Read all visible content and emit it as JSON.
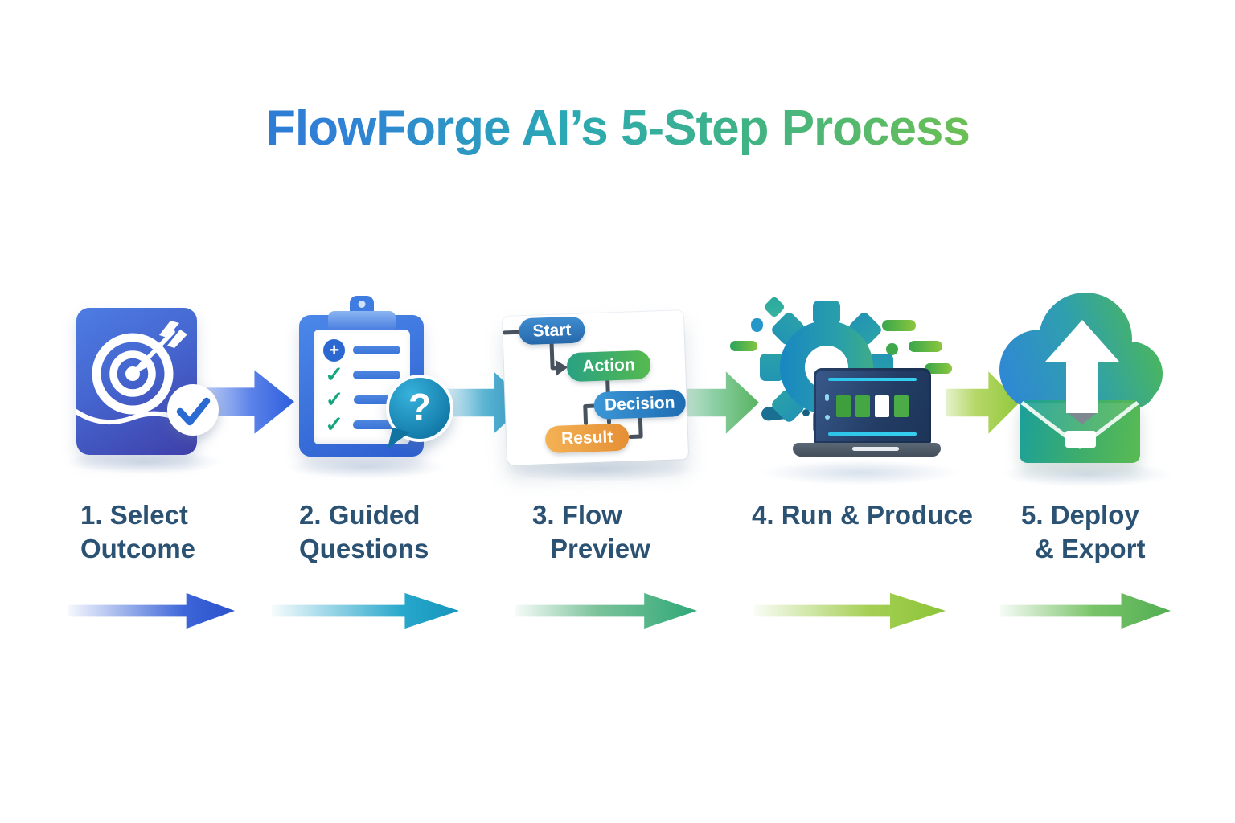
{
  "title": "FlowForge AI’s 5-Step Process",
  "steps": [
    {
      "line1": "1. Select",
      "line2": "Outcome",
      "icon": "target-check-card-icon"
    },
    {
      "line1": "2. Guided",
      "line2": "Questions",
      "icon": "checklist-question-icon"
    },
    {
      "line1": "3. Flow",
      "line2": "Preview",
      "icon": "flowchart-preview-icon"
    },
    {
      "line1": "4. Run & Produce",
      "line2": "",
      "icon": "gear-laptop-icon"
    },
    {
      "line1": "5. Deploy",
      "line2": "& Export",
      "icon": "cloud-upload-icon"
    }
  ],
  "flowchart": {
    "start": "Start",
    "action": "Action",
    "decision": "Decision",
    "result": "Result"
  },
  "glyphs": {
    "plus": "+",
    "check": "✓",
    "question": "?"
  },
  "colors": {
    "title_gradient": [
      "#2b66cf",
      "#2ba9b4",
      "#93c93c"
    ],
    "label_text": "#2b5273",
    "arrow_blue": "#2d5ede",
    "arrow_teal": "#1b93c4",
    "arrow_green": "#2fa878",
    "arrow_lime": "#8cc437",
    "node_start": "#2668aa",
    "node_action": "#55ba4d",
    "node_decision": "#1e6cb2",
    "node_result": "#e68f35"
  }
}
